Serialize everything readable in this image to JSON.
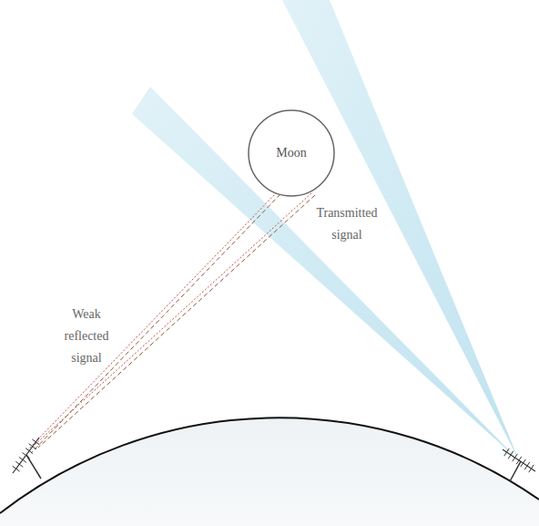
{
  "diagram": {
    "nodes": [
      {
        "text": [
          "Moon"
        ]
      }
    ],
    "labels": [
      "Weak reflected signal",
      "Transmitted signal"
    ]
  }
}
